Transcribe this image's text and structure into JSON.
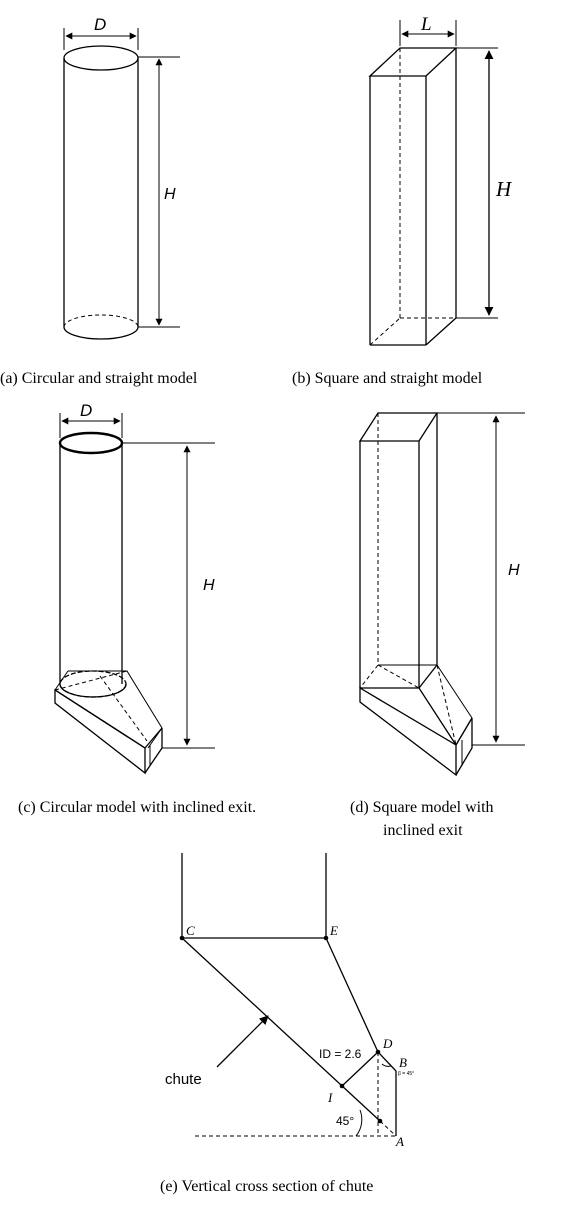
{
  "panels": {
    "a": {
      "caption": "(a) Circular and straight model",
      "dim_diameter": "D",
      "dim_height": "H"
    },
    "b": {
      "caption": "(b) Square and straight model",
      "dim_side": "L",
      "dim_height": "H"
    },
    "c": {
      "caption": "(c) Circular model with inclined exit.",
      "dim_diameter": "D",
      "dim_height": "H"
    },
    "d": {
      "caption_line1": "(d) Square model with",
      "caption_line2": "inclined exit",
      "dim_height": "H"
    },
    "e": {
      "caption": "(e) Vertical cross section of chute",
      "points": {
        "C": "C",
        "E": "E",
        "D": "D",
        "B": "B",
        "I": "I",
        "A": "A"
      },
      "id_label": "ID = 2.6",
      "angle_label": "45°",
      "small_angle_label": "β = 45°",
      "chute_label": "chute"
    }
  }
}
